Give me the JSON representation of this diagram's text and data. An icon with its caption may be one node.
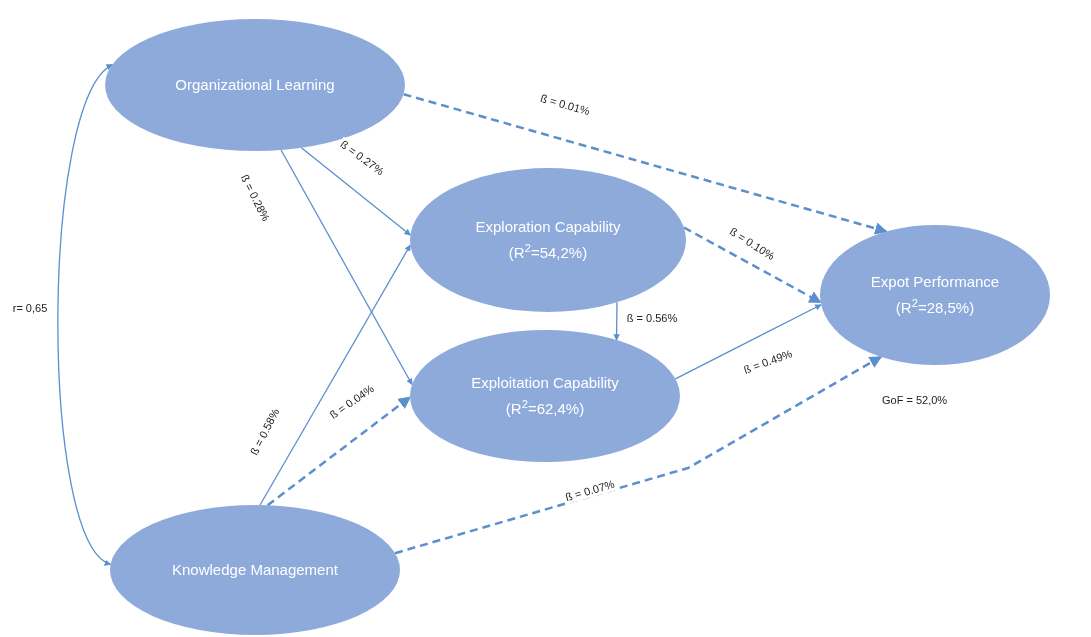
{
  "diagram": {
    "nodes": [
      {
        "text": [
          "Organizational Learning"
        ]
      },
      {
        "text": [
          "Exploration Capability",
          "(R$^{2}$=54,2%)"
        ]
      },
      {
        "text": [
          "Exploitation Capability",
          "(R$^{2}$=62,4%)"
        ]
      },
      {
        "text": [
          "Expot Performance",
          "(R$^{2}$=28,5%)"
        ]
      },
      {
        "text": [
          "Knowledge Management"
        ]
      }
    ],
    "edges": [
      {
        "from": 0,
        "to": 3,
        "arrow": "to",
        "label": "ß = 0.01%",
        "style": "dashed"
      },
      {
        "from": 0,
        "to": 1,
        "arrow": "to",
        "label": "ß = 0.27%"
      },
      {
        "from": 0,
        "to": 2,
        "arrow": "to",
        "label": "ß = 0.28%"
      },
      {
        "from": 4,
        "to": 1,
        "arrow": "to",
        "label": "ß = 0.58%"
      },
      {
        "from": 4,
        "to": 2,
        "arrow": "to",
        "label": "ß = 0.04%",
        "style": "dashed"
      },
      {
        "from": 1,
        "to": 3,
        "arrow": "to",
        "label": "ß = 0.10%",
        "style": "dashed"
      },
      {
        "from": 1,
        "to": 2,
        "arrow": "to",
        "label": "ß = 0.56%"
      },
      {
        "from": 2,
        "to": 3,
        "arrow": "to",
        "label": "ß = 0.49%"
      },
      {
        "from": 4,
        "to": 3,
        "arrow": "to",
        "label": "ß = 0.07%",
        "style": "dashed"
      },
      {
        "from": 0,
        "to": 4,
        "arrow": "both",
        "label": "r= 0,65"
      }
    ],
    "labels": [
      "GoF = 52,0%"
    ]
  }
}
